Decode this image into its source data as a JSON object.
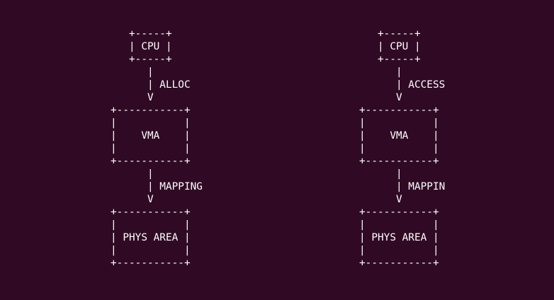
{
  "colors": {
    "background": "#300a24",
    "foreground": "#ffffff"
  },
  "diagrams": [
    {
      "lines": [
        "   +-----+",
        "   | CPU |",
        "   +-----+",
        "      |",
        "      | ALLOC",
        "      V",
        "+-----------+",
        "|           |",
        "|    VMA    |",
        "|           |",
        "+-----------+",
        "      |",
        "      | MAPPING",
        "      V",
        "+-----------+",
        "|           |",
        "| PHYS AREA |",
        "|           |",
        "+-----------+"
      ]
    },
    {
      "lines": [
        "   +-----+",
        "   | CPU |",
        "   +-----+",
        "      |",
        "      | ACCESS",
        "      V",
        "+-----------+",
        "|           |",
        "|    VMA    |",
        "|           |",
        "+-----------+",
        "      |",
        "      | MAPPIN",
        "      V",
        "+-----------+",
        "|           |",
        "| PHYS AREA |",
        "|           |",
        "+-----------+"
      ]
    }
  ]
}
